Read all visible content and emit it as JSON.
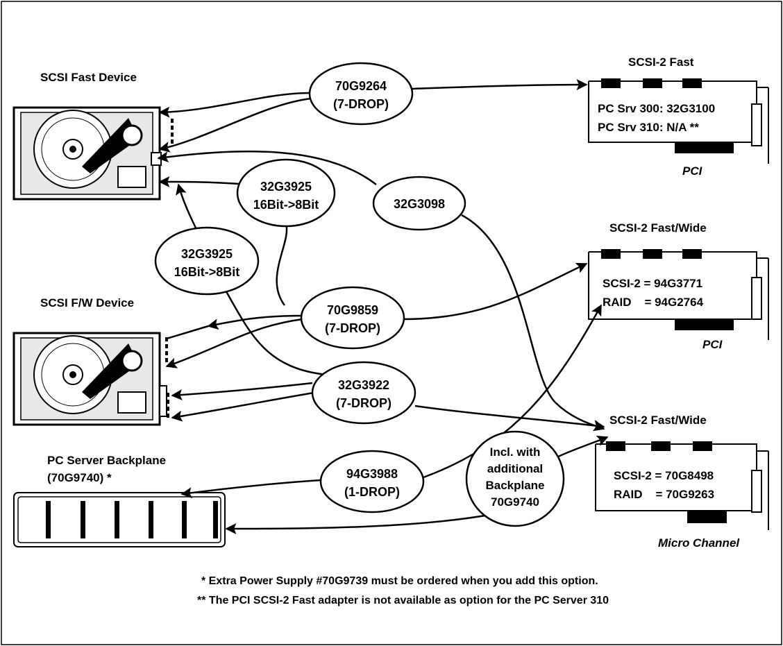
{
  "devices": {
    "fast_device": "SCSI Fast Device",
    "fw_device": "SCSI F/W Device",
    "backplane_title": "PC Server Backplane",
    "backplane_pn": "(70G9740) *"
  },
  "adapters": {
    "a1": {
      "title": "SCSI-2 Fast",
      "line1": "PC Srv 300: 32G3100",
      "line2": "PC Srv 310:  N/A **",
      "bus": "PCI"
    },
    "a2": {
      "title": "SCSI-2 Fast/Wide",
      "line1": "SCSI-2 = 94G3771",
      "line2": "RAID    = 94G2764",
      "bus": "PCI"
    },
    "a3": {
      "title": "SCSI-2 Fast/Wide",
      "line1": "SCSI-2 = 70G8498",
      "line2": "RAID    = 70G9263",
      "bus": "Micro Channel"
    }
  },
  "cables": {
    "c1": [
      "70G9264",
      "(7-DROP)"
    ],
    "c2": [
      "32G3925",
      "16Bit->8Bit"
    ],
    "c3": [
      "32G3098"
    ],
    "c4": [
      "32G3925",
      "16Bit->8Bit"
    ],
    "c5": [
      "70G9859",
      "(7-DROP)"
    ],
    "c6": [
      "32G3922",
      "(7-DROP)"
    ],
    "c7": [
      "94G3988",
      "(1-DROP)"
    ],
    "c8": [
      "Incl. with",
      "additional",
      "Backplane",
      "70G9740"
    ]
  },
  "notes": {
    "note1": "* Extra Power Supply #70G9739 must be ordered when you add this option.",
    "note2": "** The PCI SCSI-2 Fast adapter is not available as option for the PC Server 310"
  }
}
